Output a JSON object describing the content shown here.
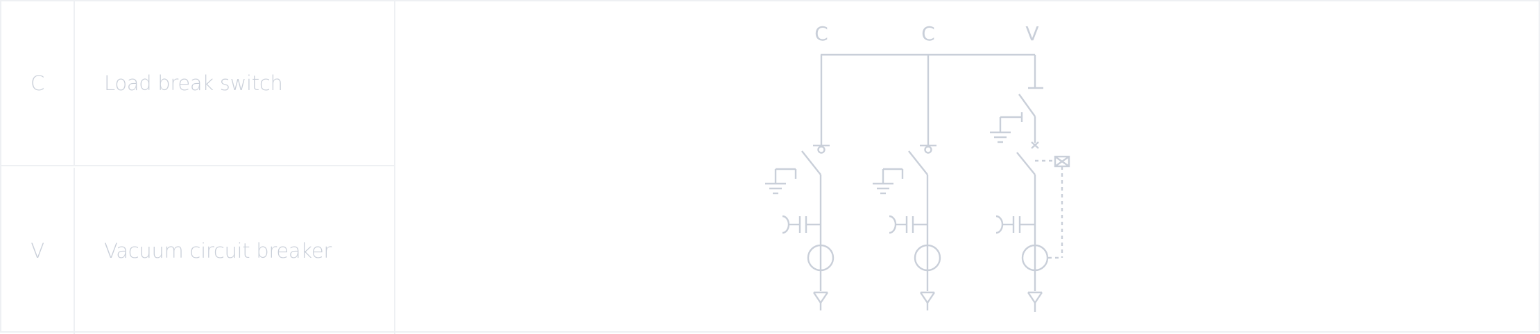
{
  "legend": [
    {
      "code": "C",
      "description": "Load break switch"
    },
    {
      "code": "V",
      "description": "Vacuum circuit breaker"
    }
  ],
  "diagram": {
    "feeders": [
      {
        "code": "C",
        "type": "load-break-switch"
      },
      {
        "code": "C",
        "type": "load-break-switch"
      },
      {
        "code": "V",
        "type": "vacuum-circuit-breaker"
      }
    ]
  },
  "colors": {
    "line": "#c9cfd9",
    "grid": "#eef0f3",
    "background": "#ffffff"
  }
}
